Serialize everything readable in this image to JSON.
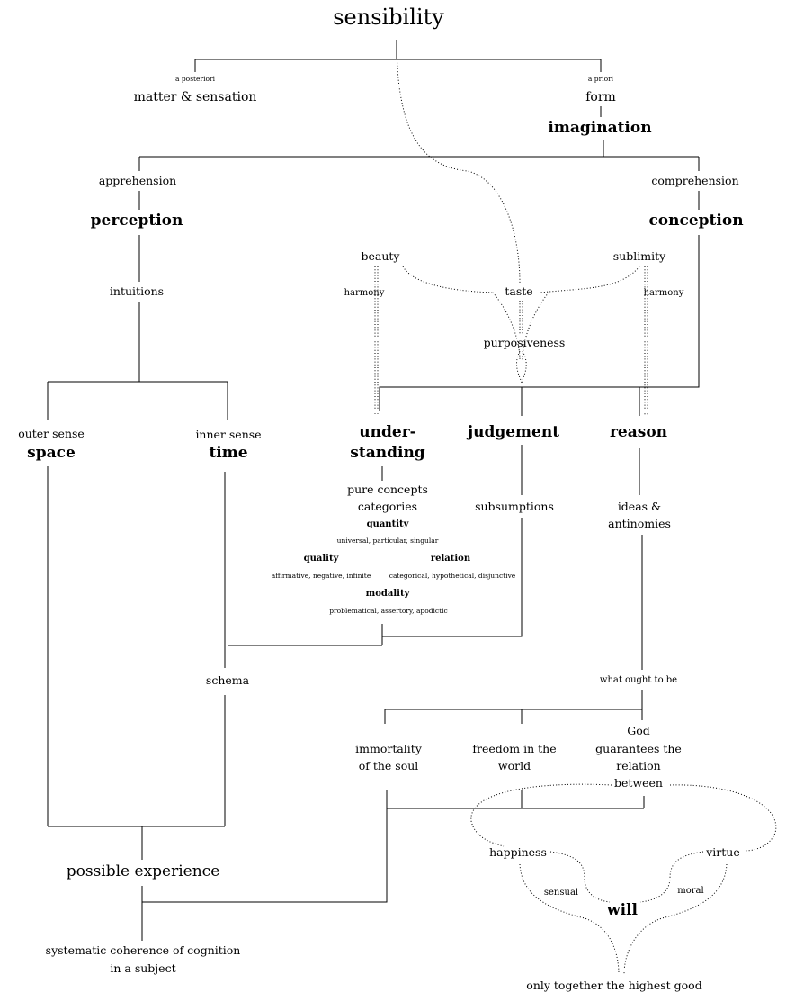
{
  "nodes": {
    "sensibility": "sensibility",
    "a_posteriori": "a posteriori",
    "matter_sensation": "matter & sensation",
    "a_priori": "a priori",
    "form": "form",
    "imagination": "imagination",
    "apprehension": "apprehension",
    "perception": "perception",
    "comprehension": "comprehension",
    "conception": "conception",
    "intuitions": "intuitions",
    "beauty": "beauty",
    "sublimity": "sublimity",
    "harmony_left": "harmony",
    "harmony_right": "harmony",
    "taste": "taste",
    "purposiveness": "purposiveness",
    "outer_sense": "outer sense",
    "space": "space",
    "inner_sense": "inner sense",
    "time": "time",
    "understanding_1": "under-",
    "understanding_2": "standing",
    "judgement": "judgement",
    "reason": "reason",
    "pure_concepts": "pure concepts",
    "categories": "categories",
    "quantity": "quantity",
    "quantity_items": "universal, particular, singular",
    "quality": "quality",
    "quality_items": "affirmative, negative, infinite",
    "relation": "relation",
    "relation_items": "categorical, hypothetical, disjunctive",
    "modality": "modality",
    "modality_items": "problematical, assertory, apodictic",
    "subsumptions": "subsumptions",
    "ideas_1": "ideas &",
    "ideas_2": "antinomies",
    "schema": "schema",
    "what_ought": "what ought to be",
    "immortality_1": "immortality",
    "immortality_2": "of the soul",
    "freedom_1": "freedom in the",
    "freedom_2": "world",
    "god_1": "God",
    "god_2": "guarantees the",
    "god_3": "relation",
    "god_4": "between",
    "happiness": "happiness",
    "virtue": "virtue",
    "sensual": "sensual",
    "moral": "moral",
    "will": "will",
    "possible_experience": "possible experience",
    "systematic_1": "systematic coherence of cognition",
    "systematic_2": "in a subject",
    "highest_good": "only together the highest good"
  }
}
